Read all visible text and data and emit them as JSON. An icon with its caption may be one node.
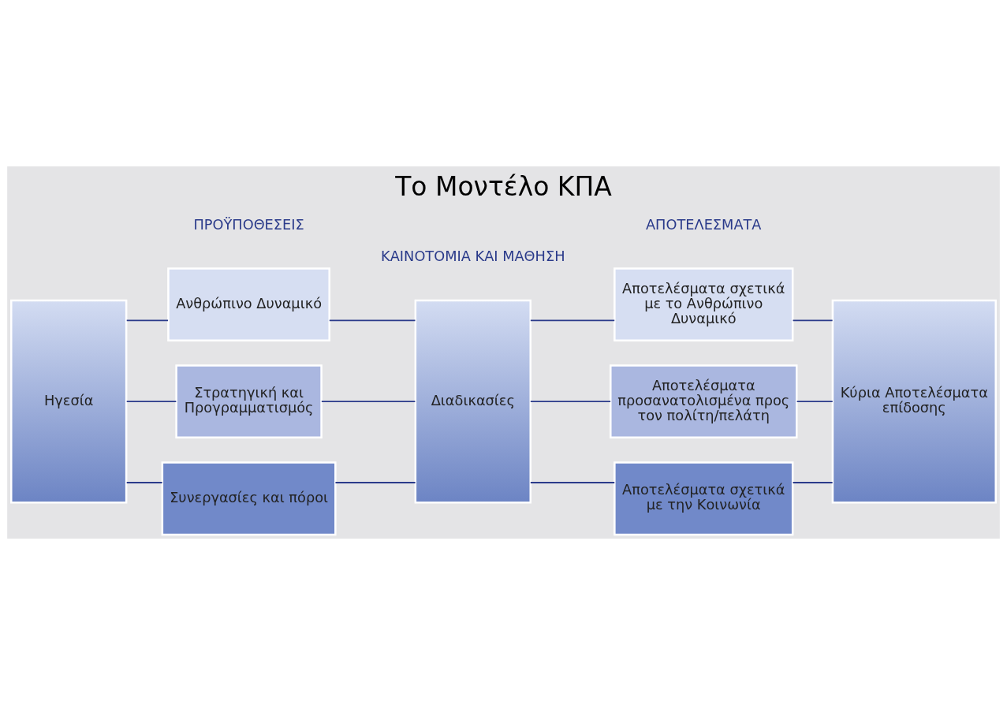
{
  "diagram": {
    "title": "Το Μοντέλο ΚΠΑ",
    "nodes": [
      {
        "text": [
          "Ηγεσία"
        ]
      },
      {
        "text": [
          "Ανθρώπινο Δυναμικό"
        ]
      },
      {
        "text": [
          "Στρατηγική και Προγραμματισμός"
        ]
      },
      {
        "text": [
          "Συνεργασίες και πόροι"
        ]
      },
      {
        "text": [
          "Διαδικασίες"
        ]
      },
      {
        "text": [
          "Αποτελέσματα σχετικά με το Ανθρώπινο Δυναμικό"
        ]
      },
      {
        "text": [
          "Αποτελέσματα προσανατολισμένα προς τον πολίτη/πελάτη"
        ]
      },
      {
        "text": [
          "Αποτελέσματα σχετικά με την Κοινωνία"
        ]
      },
      {
        "text": [
          "Κύρια Αποτελέσματα επίδοσης"
        ]
      }
    ],
    "edges": [
      {
        "from": 0,
        "to": 1,
        "arrow": "none"
      },
      {
        "from": 0,
        "to": 2,
        "arrow": "none"
      },
      {
        "from": 0,
        "to": 3,
        "arrow": "none"
      },
      {
        "from": 1,
        "to": 4,
        "arrow": "none"
      },
      {
        "from": 2,
        "to": 4,
        "arrow": "none"
      },
      {
        "from": 3,
        "to": 4,
        "arrow": "none"
      },
      {
        "from": 4,
        "to": 5,
        "arrow": "none"
      },
      {
        "from": 4,
        "to": 6,
        "arrow": "none"
      },
      {
        "from": 4,
        "to": 7,
        "arrow": "none"
      },
      {
        "from": 5,
        "to": 8,
        "arrow": "none"
      },
      {
        "from": 6,
        "to": 8,
        "arrow": "none"
      },
      {
        "from": 7,
        "to": 8,
        "arrow": "none"
      }
    ],
    "labels": [
      "ΠΡΟΫΠΟΘΕΣΕΙΣ",
      "ΑΠΟΤΕΛΕΣΜΑΤΑ",
      "ΚΑΙΝΟΤΟΜΙΑ ΚΑΙ ΜΑΘΗΣΗ"
    ]
  }
}
